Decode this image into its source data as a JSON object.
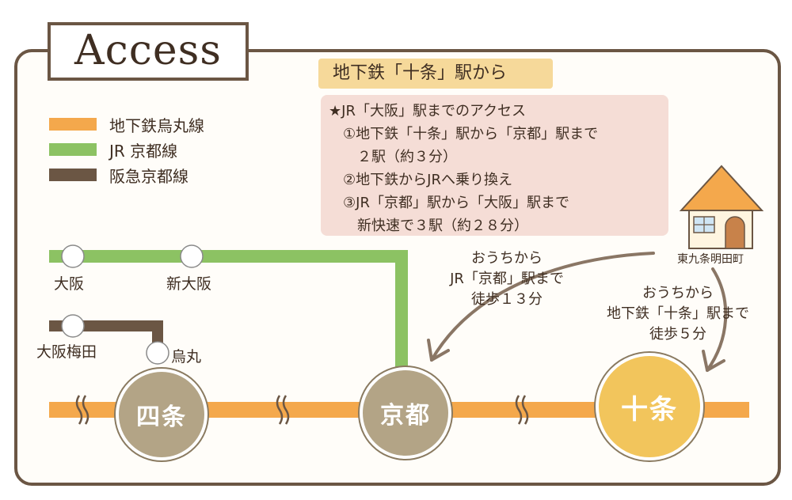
{
  "title": "Access",
  "legend": [
    {
      "label": "地下鉄烏丸線",
      "color": "#f4a84c"
    },
    {
      "label": "JR 京都線",
      "color": "#8cc263"
    },
    {
      "label": "阪急京都線",
      "color": "#6b5644"
    }
  ],
  "from_label": "地下鉄「十条」駅から",
  "note_lines": [
    "★JR「大阪」駅までのアクセス",
    "　①地下鉄「十条」駅から「京都」駅まで",
    "　　２駅（約３分）",
    "　②地下鉄からJRへ乗り換え",
    "　③JR「京都」駅から「大阪」駅まで",
    "　　新快速で３駅（約２８分）"
  ],
  "stations": {
    "osaka": "大阪",
    "shin_osaka": "新大阪",
    "osaka_umeda": "大阪梅田",
    "karasuma": "烏丸",
    "shijo": "四条",
    "kyoto": "京都",
    "jujo": "十条"
  },
  "house_label": "東九条明田町",
  "walk_jr": [
    "おうちから",
    "JR「京都」駅まで",
    "徒歩１３分"
  ],
  "walk_subway": [
    "おうちから",
    "地下鉄「十条」駅まで",
    "徒歩５分"
  ],
  "colors": {
    "frame": "#6b5644",
    "subway": "#f4a84c",
    "jr": "#8cc263",
    "hankyu": "#6b5644",
    "station_brown": "#b3a486",
    "station_gold": "#f2c55c"
  }
}
